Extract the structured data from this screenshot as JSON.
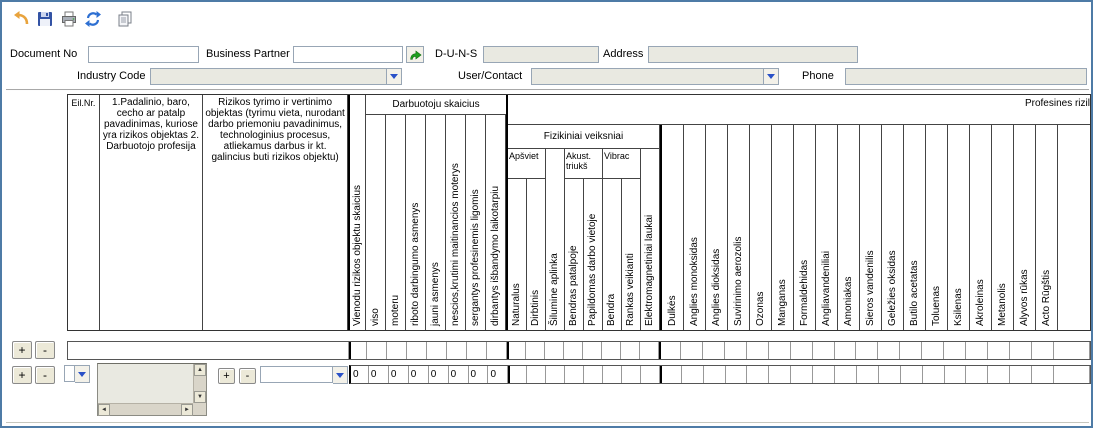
{
  "colors": {
    "window_border": "#4e7ba6",
    "disabled_field_bg": "#e9e9e1",
    "combo_arrow_blue": "#2a51c8",
    "undo_gold": "#e8a33d",
    "refresh_blue": "#2d6fd2",
    "zoom_green": "#1e9e1e"
  },
  "icons": {
    "up": "▲",
    "down": "▼",
    "left": "◄",
    "right": "►"
  },
  "toolbar": {
    "buttons": [
      "undo-icon",
      "save-icon",
      "print-icon",
      "refresh-icon",
      "copy-icon"
    ]
  },
  "form": {
    "fields": {
      "document_no": {
        "label": "Document No",
        "value": ""
      },
      "business_partner": {
        "label": "Business Partner",
        "value": ""
      },
      "duns": {
        "label": "D-U-N-S",
        "value": ""
      },
      "address": {
        "label": "Address",
        "value": ""
      },
      "industry_code": {
        "label": "Industry Code",
        "value": ""
      },
      "user_contact": {
        "label": "User/Contact",
        "value": ""
      },
      "phone": {
        "label": "Phone",
        "value": ""
      }
    }
  },
  "grid": {
    "headers": {
      "eil_nr": "Eil.Nr.",
      "division": "1.Padalinio, baro, cecho ar patalp pavadinimas, kuriose yra rizikos objektas 2. Darbuotojo profesija",
      "risk_object": "Rizikos tyrimo ir vertinimo objektas (tyrimu vieta, nurodant darbo priemoniu pavadinimus, technologinius procesus, atliekamus darbus ir kt. galincius buti rizikos objektu)",
      "identical_objects": "Vienodu rizikos objektu skaicius",
      "workers_group": "Darbuotoju skaicius",
      "professional_risk_group": "Profesines rizil",
      "physical_group": "Fizikiniai veiksniai",
      "lighting_group": "Apšviet",
      "noise_group": "Akust. triukš",
      "vibration_group": "Vibrac"
    },
    "worker_columns": [
      "viso",
      "moteru",
      "riboto darbingumo asmenys",
      "jauni asmenys",
      "nescios,krutimi maitinancios moterys",
      "sergantys profesinemis ligomis",
      "dirbantys išbandymo laikotarpiu"
    ],
    "physical_columns": [
      {
        "label": "Naturalus",
        "group": "lighting"
      },
      {
        "label": "Dirbtinis",
        "group": "lighting"
      },
      {
        "label": "Šilumine aplinka",
        "group": null
      },
      {
        "label": "Bendras patalpoje",
        "group": "noise"
      },
      {
        "label": "Papildomas darbo vietoje",
        "group": "noise"
      },
      {
        "label": "Bendra",
        "group": "vibration"
      },
      {
        "label": "Rankas veikianti",
        "group": "vibration"
      },
      {
        "label": "Elektromagnetiniai laukai",
        "group": null
      }
    ],
    "chemical_columns": [
      "Dulkės",
      "Anglies monoksidas",
      "Anglies dioksidas",
      "Suvirinimo aerozolis",
      "Ozonas",
      "Manganas",
      "Formaldehidas",
      "Angliavandeniliai",
      "Amoniakas",
      "Sieros vandenilis",
      "Geležies oksidas",
      "Butilo acetatas",
      "Toluenas",
      "Ksilenas",
      "Akroleinas",
      "Metanolis",
      "Alyvos rūkas",
      "Acto Rūgštis"
    ]
  },
  "rows": {
    "counts": [
      "0",
      "0",
      "0",
      "0",
      "0",
      "0",
      "0",
      "0"
    ]
  },
  "buttons": {
    "add_label": "+",
    "remove_label": "-"
  }
}
